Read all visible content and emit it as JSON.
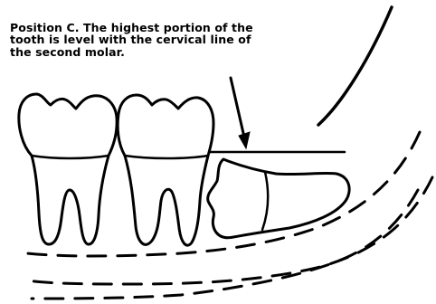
{
  "caption": {
    "lines": [
      "Position C. The highest portion of the",
      "tooth is level with the cervical line of",
      "the second molar."
    ]
  }
}
